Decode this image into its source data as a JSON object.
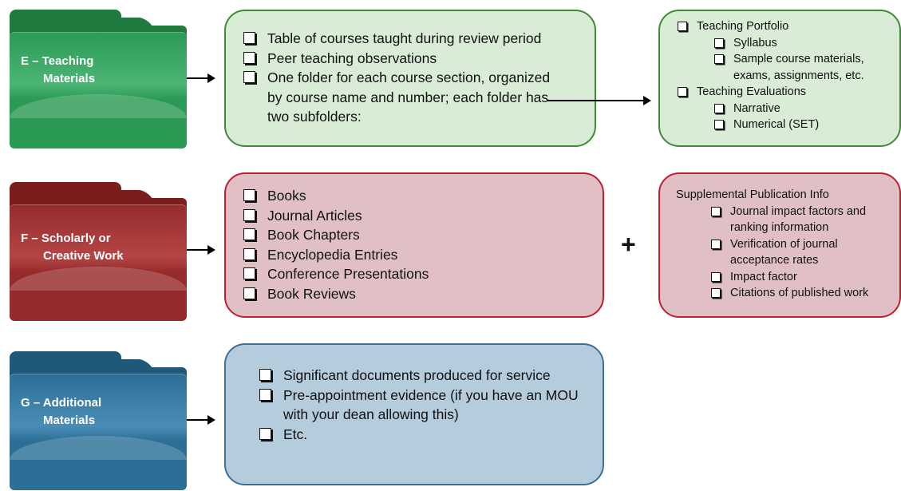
{
  "folders": {
    "e": {
      "line1": "E – Teaching",
      "line2": "Materials"
    },
    "f": {
      "line1": "F – Scholarly or",
      "line2": "Creative Work"
    },
    "g": {
      "line1": "G – Additional",
      "line2": "Materials"
    }
  },
  "teaching_box": {
    "items": [
      "Table of courses taught during review period",
      "Peer teaching observations",
      "One folder for each course section, organized by course name and number; each folder has two subfolders:"
    ]
  },
  "teaching_sub": {
    "portfolio": "Teaching Portfolio",
    "portfolio_items": [
      "Syllabus",
      "Sample course materials, exams, assignments, etc."
    ],
    "evaluations": "Teaching Evaluations",
    "evaluation_items": [
      "Narrative",
      "Numerical (SET)"
    ]
  },
  "scholarly_box": {
    "items": [
      "Books",
      "Journal Articles",
      "Book Chapters",
      "Encyclopedia Entries",
      "Conference Presentations",
      "Book Reviews"
    ]
  },
  "plus_sign": "+",
  "supplemental": {
    "heading": "Supplemental Publication Info",
    "items": [
      "Journal impact factors and ranking information",
      "Verification of journal acceptance rates",
      "Impact factor",
      "Citations of published work"
    ]
  },
  "additional_box": {
    "items": [
      "Significant documents produced for service",
      "Pre-appointment evidence (if you have an MOU with your dean allowing this)",
      "Etc."
    ]
  },
  "colors": {
    "green": "#2a9a55",
    "red": "#962b2b",
    "blue": "#2b6f96"
  }
}
